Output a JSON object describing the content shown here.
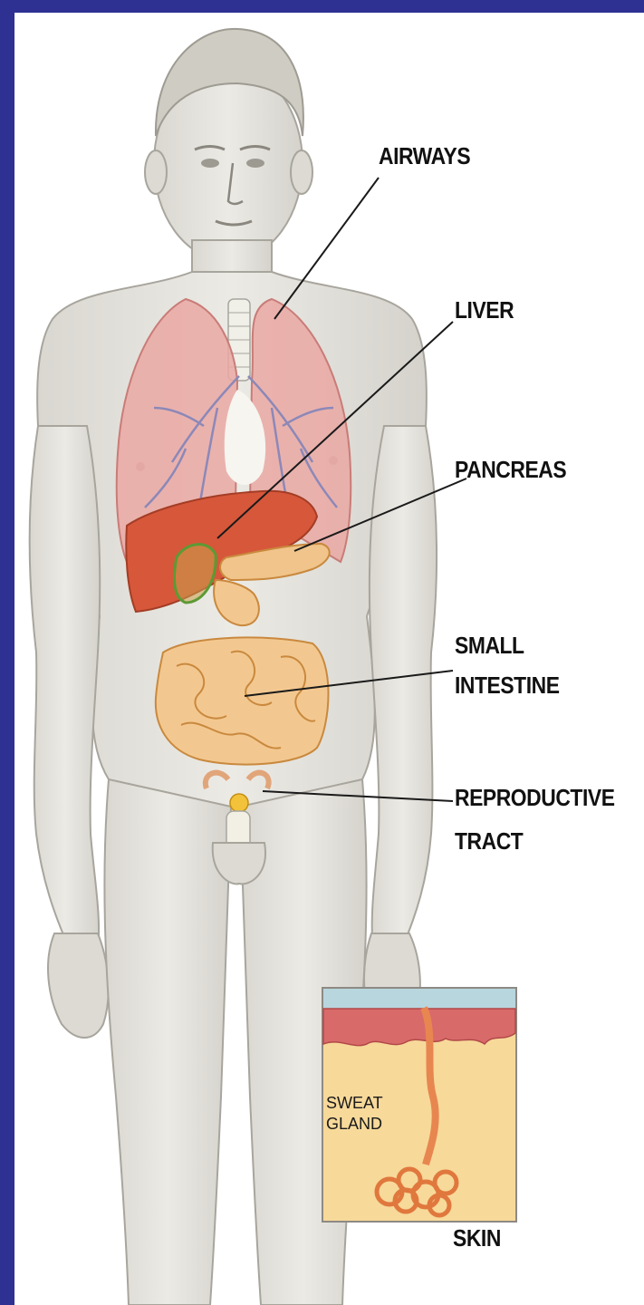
{
  "labels": {
    "airways": "AIRWAYS",
    "liver": "LIVER",
    "pancreas": "PANCREAS",
    "small_intestine_line1": "SMALL",
    "small_intestine_line2": "INTESTINE",
    "reproductive_line1": "REPRODUCTIVE",
    "reproductive_line2": "TRACT",
    "skin": "SKIN"
  },
  "inset": {
    "line1": "SWEAT",
    "line2": "GLAND"
  },
  "colors": {
    "frame": "#2e3192",
    "skin_tone": "#e6e4de",
    "lung": "#e8a3a0",
    "liver": "#d6553a",
    "intestine": "#f3c890",
    "gallbladder": "#8fbf5a"
  }
}
